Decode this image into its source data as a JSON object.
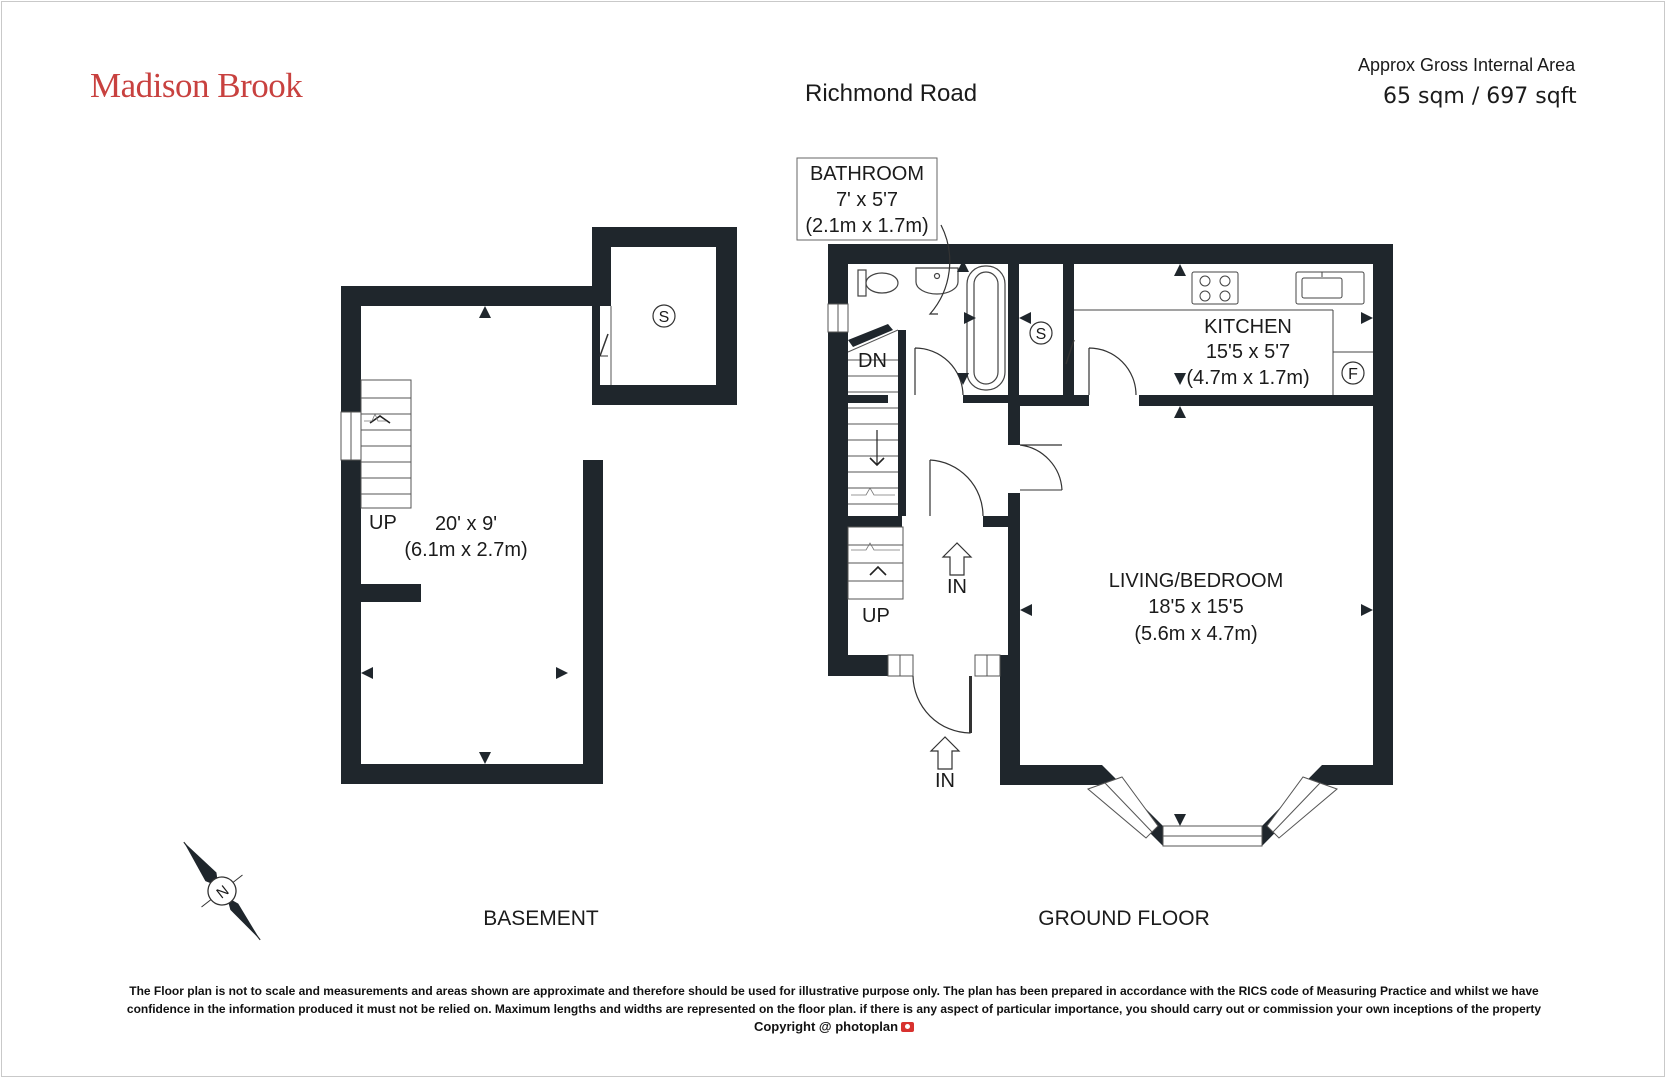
{
  "brand": {
    "name": "Madison Brook",
    "color": "#c8413f"
  },
  "title": "Richmond Road",
  "area": {
    "label": "Approx Gross Internal Area",
    "value": "65 sqm / 697 sqft"
  },
  "floors": {
    "basement": {
      "label": "BASEMENT",
      "room": {
        "size": "20' x 9'",
        "metric": "(6.1m x 2.7m)"
      },
      "stair_label": "UP",
      "store_symbol": "S"
    },
    "ground": {
      "label": "GROUND FLOOR",
      "bathroom": {
        "name": "BATHROOM",
        "size": "7' x 5'7",
        "metric": "(2.1m x 1.7m)"
      },
      "kitchen": {
        "name": "KITCHEN",
        "size": "15'5 x 5'7",
        "metric": "(4.7m x 1.7m)"
      },
      "living": {
        "name": "LIVING/BEDROOM",
        "size": "18'5 x 15'5",
        "metric": "(5.6m x 4.7m)"
      },
      "stair_down_label": "DN",
      "stair_up_label": "UP",
      "entry_label_inner": "IN",
      "entry_label_outer": "IN",
      "store_symbol": "S",
      "fridge_symbol": "F"
    }
  },
  "compass": {
    "letter": "N"
  },
  "disclaimer": [
    "The Floor plan is not to scale and measurements and areas shown are approximate and therefore should be used for illustrative purpose only. The plan has been prepared in accordance with the RICS code of Measuring Practice and whilst we have",
    "confidence in the information produced it must not be relied on. Maximum  lengths and widths are represented on the floor plan. if there is any aspect of particular importance, you should carry out or commission your own inceptions of the property"
  ],
  "copyright": {
    "prefix": "Copyright @",
    "brand": "photoplan"
  },
  "colors": {
    "wall": "#1f262c",
    "line": "#333333",
    "text": "#1b1b1b"
  }
}
